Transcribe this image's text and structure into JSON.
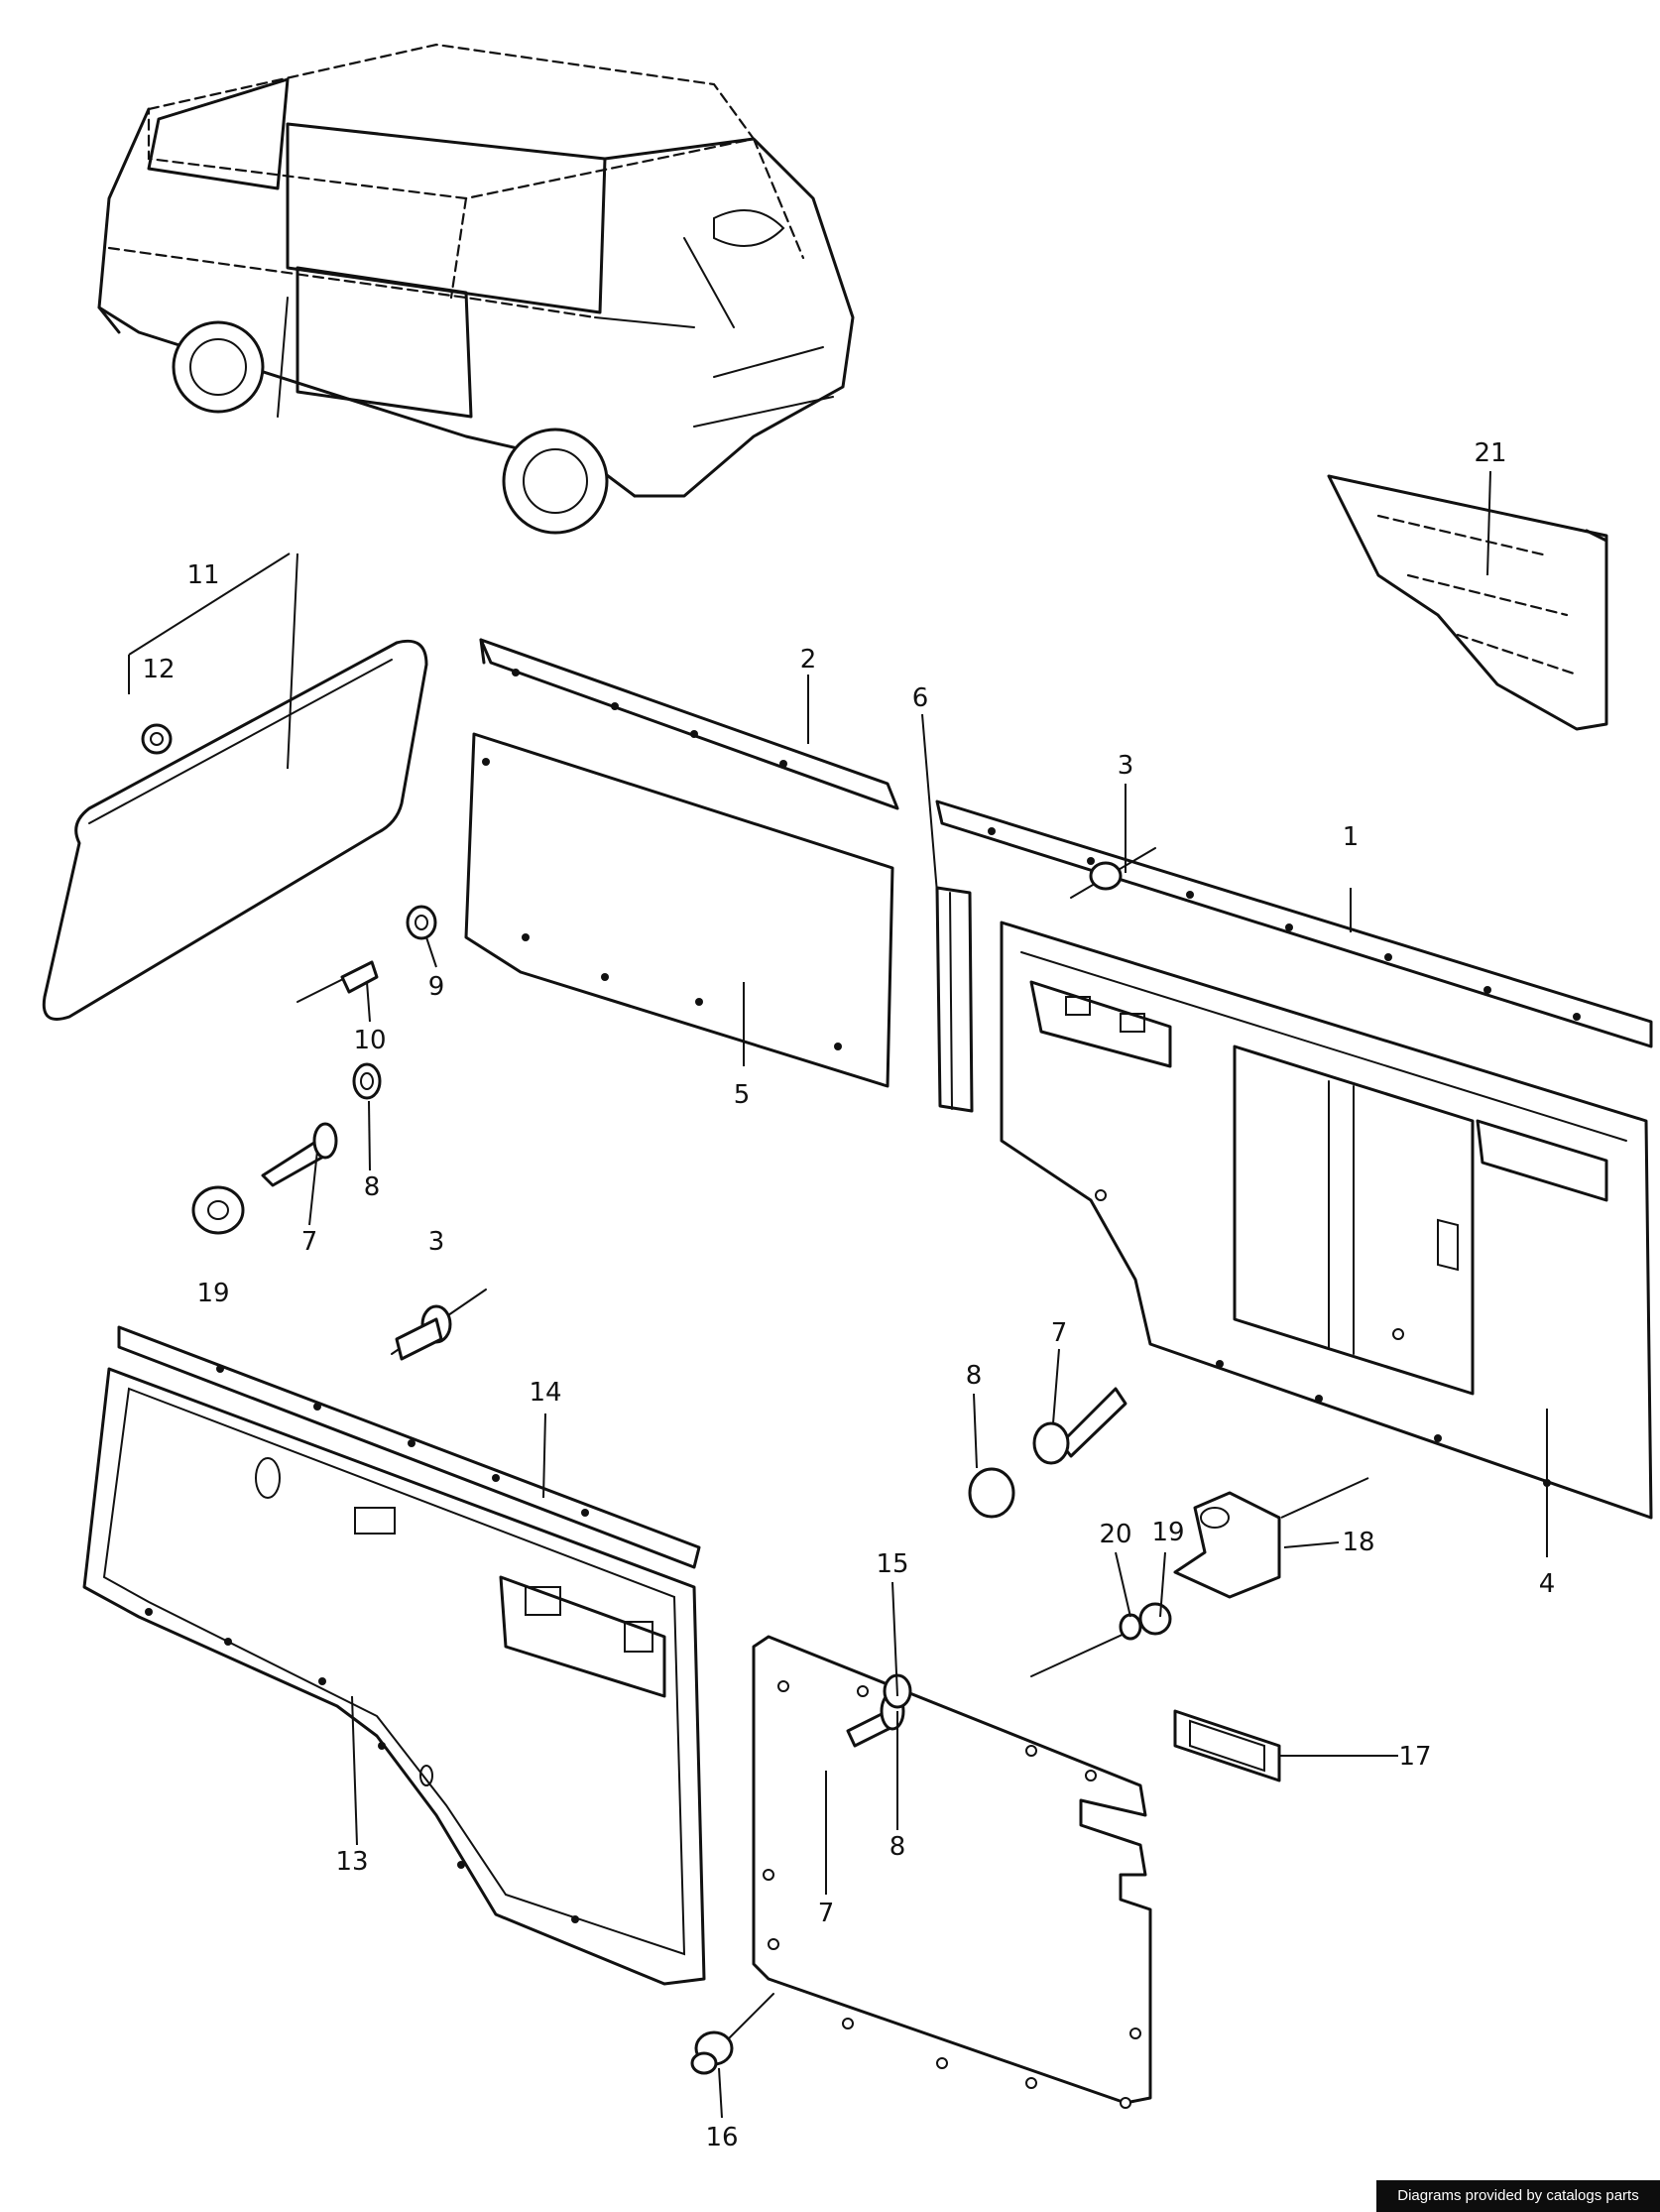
{
  "callouts": [
    "1",
    "2",
    "3",
    "3",
    "4",
    "5",
    "6",
    "7",
    "7",
    "7",
    "8",
    "8",
    "8",
    "9",
    "10",
    "11",
    "12",
    "13",
    "14",
    "15",
    "16",
    "17",
    "18",
    "19",
    "19",
    "20",
    "21"
  ],
  "footer": {
    "credit": "Diagrams provided by catalogs parts"
  }
}
